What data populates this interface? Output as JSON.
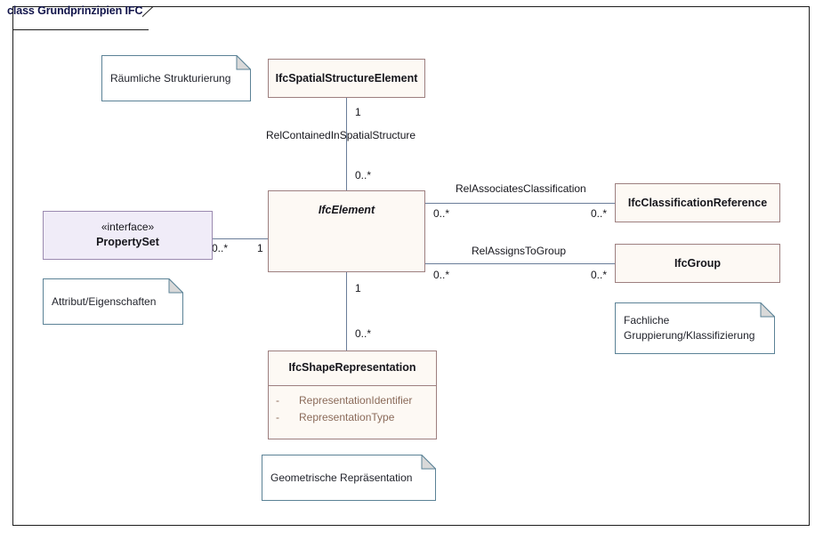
{
  "diagram": {
    "frame_label": "class Grundprinzipien IFC",
    "frame_border_color": "#1d1d1d",
    "class_border_color": "#9d7f7f",
    "class_fill_color": "#fdf9f4",
    "interface_border_color": "#9b8ab0",
    "interface_fill_color": "#f0ecf8",
    "note_border_color": "#5b8296",
    "note_fill_color": "#ffffff",
    "connector_color": "#6a7d99",
    "attribute_text_color": "#8a6a59"
  },
  "classes": {
    "spatial_structure_element": {
      "name": "IfcSpatialStructureElement"
    },
    "element": {
      "name": "IfcElement"
    },
    "classification_reference": {
      "name": "IfcClassificationReference"
    },
    "group": {
      "name": "IfcGroup"
    },
    "shape_representation": {
      "name": "IfcShapeRepresentation",
      "attributes": [
        {
          "visibility": "-",
          "label": "RepresentationIdentifier"
        },
        {
          "visibility": "-",
          "label": "RepresentationType"
        }
      ]
    }
  },
  "interfaces": {
    "property_set": {
      "stereotype": "«interface»",
      "name": "PropertySet"
    }
  },
  "notes": {
    "spatial": {
      "text": "Räumliche Strukturierung"
    },
    "attributes": {
      "text": "Attribut/Eigenschaften"
    },
    "grouping": {
      "text": "Fachliche\nGruppierung/Klassifizierung"
    },
    "geometry": {
      "text": "Geometrische Repräsentation"
    }
  },
  "associations": {
    "contained_in_spatial_structure": {
      "label": "RelContainedInSpatialStructure",
      "source_multiplicity": "1",
      "target_multiplicity": "0..*"
    },
    "associates_classification": {
      "label": "RelAssociatesClassification",
      "source_multiplicity": "0..*",
      "target_multiplicity": "0..*"
    },
    "assigns_to_group": {
      "label": "RelAssignsToGroup",
      "source_multiplicity": "0..*",
      "target_multiplicity": "0..*"
    },
    "property_set_link": {
      "label": "",
      "source_multiplicity": "0..*",
      "target_multiplicity": "1"
    },
    "shape_representation_link": {
      "label": "",
      "source_multiplicity": "1",
      "target_multiplicity": "0..*"
    }
  }
}
